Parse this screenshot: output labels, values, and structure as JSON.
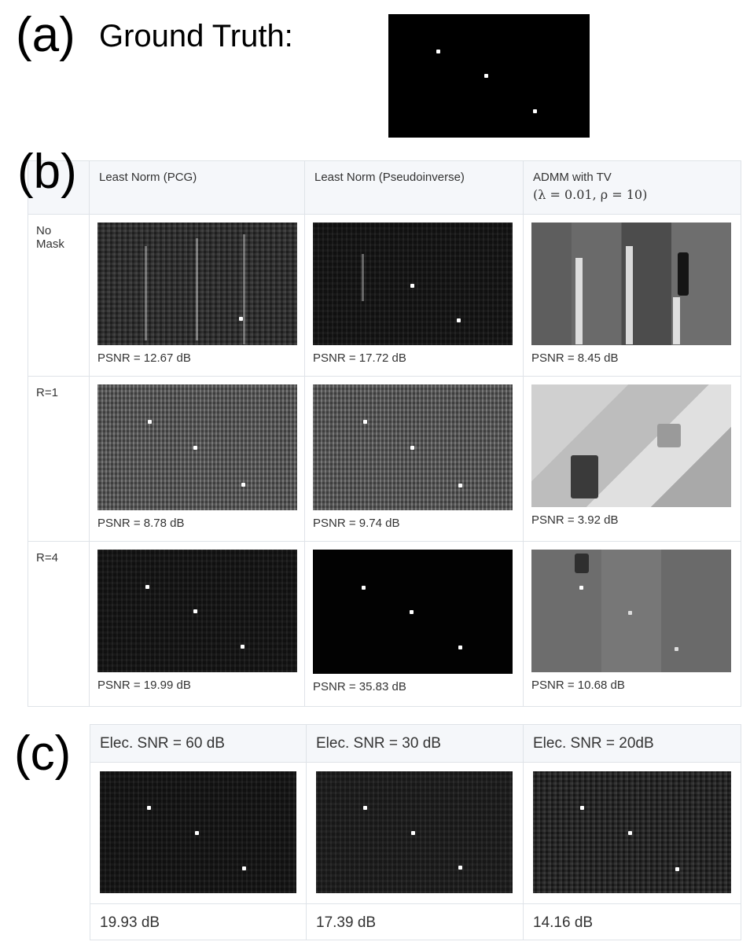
{
  "panels": {
    "a": "(a)",
    "b": "(b)",
    "c": "(c)"
  },
  "ground_truth": {
    "label": "Ground Truth:"
  },
  "table_b": {
    "columns": [
      {
        "name": "Least Norm (PCG)"
      },
      {
        "name": "Least Norm (Pseudoinverse)"
      },
      {
        "name": "ADMM with TV",
        "math": "(λ = 0.01, ρ = 10)"
      }
    ],
    "rows": [
      {
        "label": "No Mask",
        "psnr": [
          "PSNR = 12.67 dB",
          "PSNR = 17.72 dB",
          "PSNR = 8.45 dB"
        ]
      },
      {
        "label": "R=1",
        "psnr": [
          "PSNR = 8.78 dB",
          "PSNR = 9.74 dB",
          "PSNR = 3.92 dB"
        ]
      },
      {
        "label": "R=4",
        "psnr": [
          "PSNR = 19.99 dB",
          "PSNR = 35.83 dB",
          "PSNR = 10.68 dB"
        ]
      }
    ]
  },
  "table_c": {
    "columns": [
      "Elec. SNR = 60 dB",
      "Elec. SNR = 30 dB",
      "Elec. SNR = 20dB"
    ],
    "values": [
      "19.93 dB",
      "17.39 dB",
      "14.16 dB"
    ]
  }
}
